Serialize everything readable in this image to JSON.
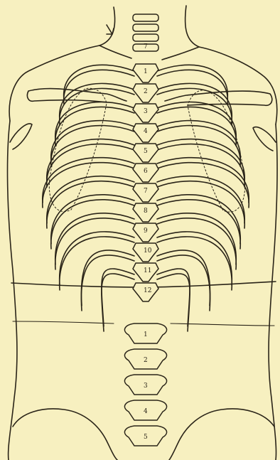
{
  "figure": {
    "background": "#f7f0c0",
    "ink": "#2a2418",
    "cervical_labels": [
      "7"
    ],
    "thoracic_labels": [
      "1",
      "2",
      "3",
      "4",
      "5",
      "6",
      "7",
      "8",
      "9",
      "10",
      "11",
      "12"
    ],
    "lumbar_labels": [
      "1",
      "2",
      "3",
      "4",
      "5"
    ]
  }
}
